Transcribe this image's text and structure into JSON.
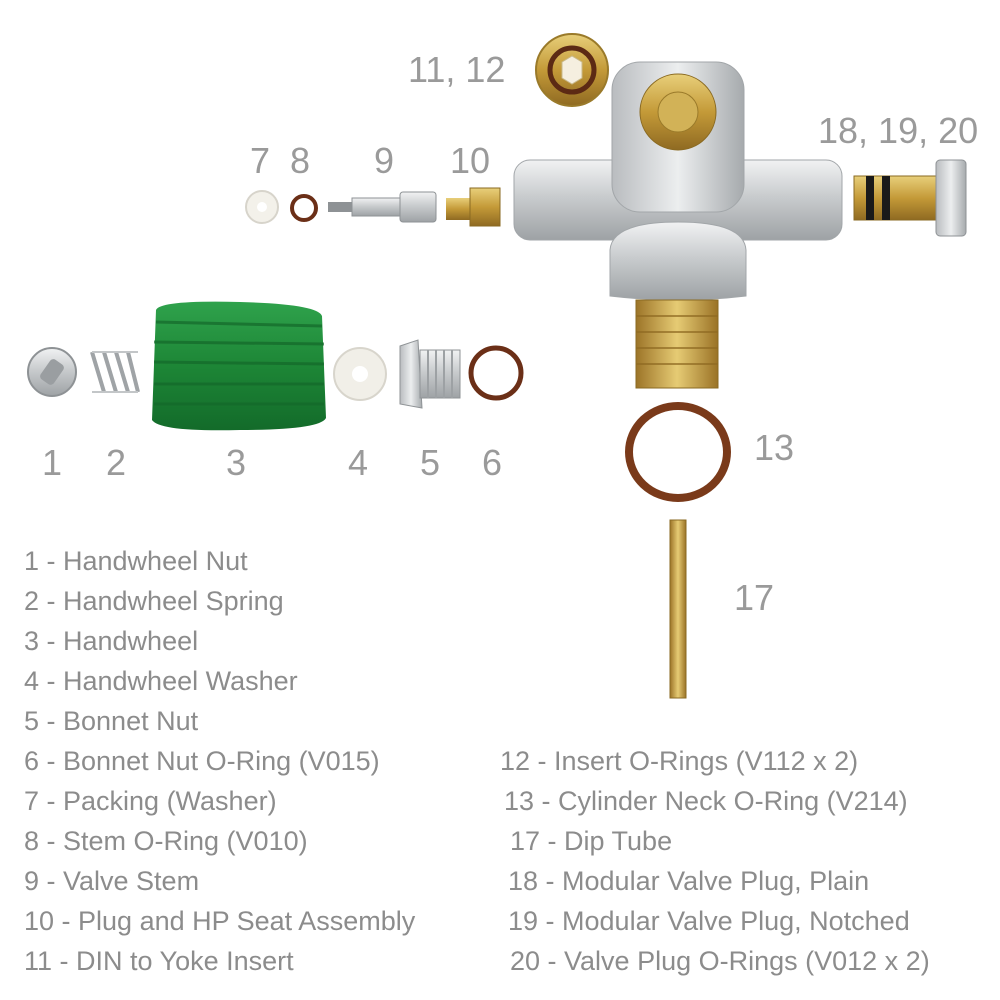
{
  "callouts": {
    "n1": "1",
    "n2": "2",
    "n3": "3",
    "n4": "4",
    "n5": "5",
    "n6": "6",
    "n7": "7",
    "n8": "8",
    "n9": "9",
    "n10": "10",
    "n11_12": "11, 12",
    "n13": "13",
    "n17": "17",
    "n18_19_20": "18, 19, 20"
  },
  "legend": {
    "left": [
      "1 - Handwheel Nut",
      "2 - Handwheel Spring",
      "3 - Handwheel",
      "4 - Handwheel Washer",
      "5 - Bonnet Nut",
      "6 - Bonnet Nut O-Ring (V015)",
      "7 - Packing (Washer)",
      "8 - Stem O-Ring (V010)",
      "9 - Valve Stem",
      "10 - Plug and HP Seat Assembly",
      "11 - DIN to Yoke Insert"
    ],
    "right": [
      "12 - Insert O-Rings (V112 x 2)",
      "13 - Cylinder Neck O-Ring (V214)",
      "17 - Dip Tube",
      "18 - Modular Valve Plug, Plain",
      "19 - Modular Valve Plug, Notched",
      "20 - Valve Plug O-Rings (V012 x 2)"
    ]
  },
  "colors": {
    "label_gray": "#9a9a9a",
    "handwheel_green": "#1f8a3a",
    "brass": "#c9a444",
    "chrome": "#d6d8da",
    "oring_brown": "#7a3a1a"
  }
}
